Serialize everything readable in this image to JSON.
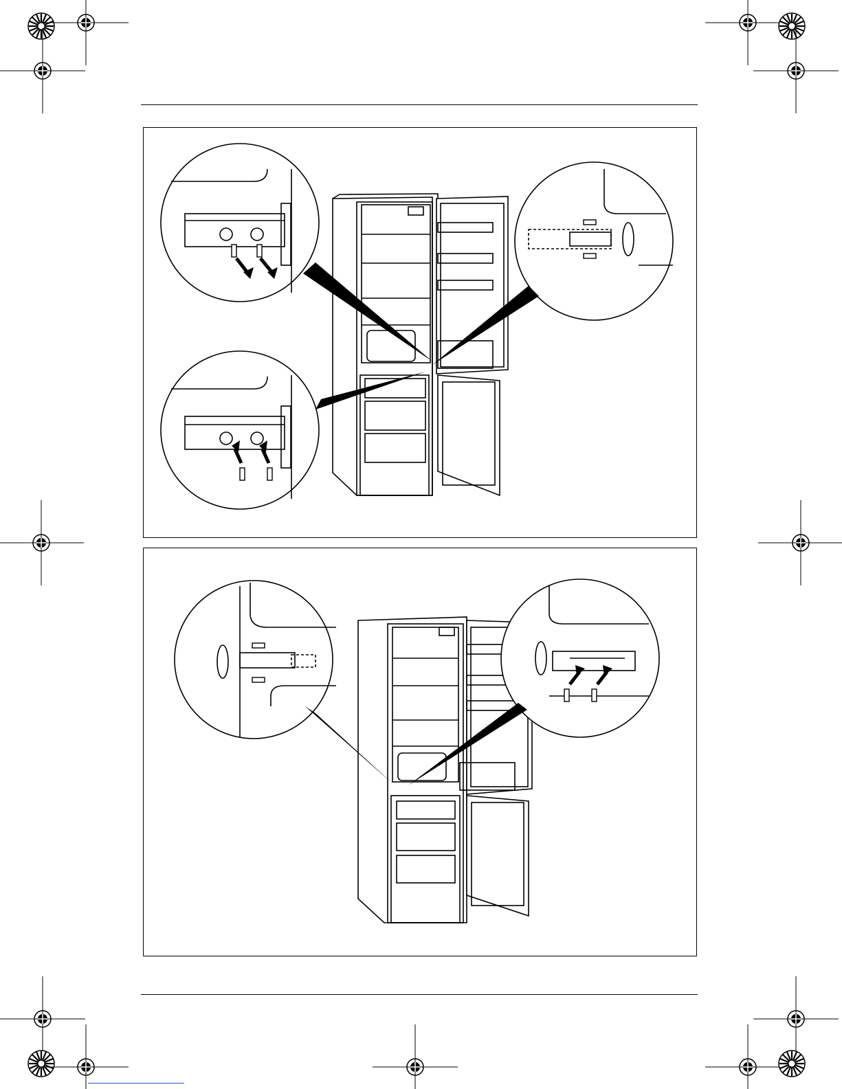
{
  "page": {
    "header_text": "",
    "footer_text": ""
  },
  "figures": [
    {
      "id": "figure-1",
      "hinge_position": "left",
      "door_state": "open",
      "details": [
        "upper-hinge-remove-screws",
        "middle-hinge-bracket-screws",
        "lower-hinge-insert-screws"
      ]
    },
    {
      "id": "figure-2",
      "hinge_position": "left",
      "door_state": "open",
      "details": [
        "middle-hinge-bracket-screws",
        "hinge-insert-screws"
      ]
    }
  ],
  "icons": {
    "registration_mark": "crosshair-target-icon",
    "color_bar": "starburst-calibration-icon",
    "screw": "screw-icon",
    "arrow": "direction-arrow-icon"
  },
  "colors": {
    "ink": "#000000",
    "paper": "#ffffff",
    "link": "#2a55c8"
  }
}
